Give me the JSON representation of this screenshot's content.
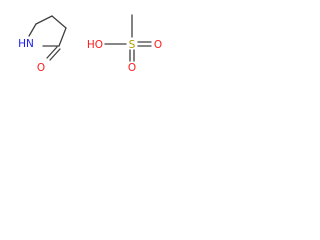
{
  "molecules": {
    "pyrrolidinone": {
      "atoms": {
        "nitrogen": {
          "text": "HN",
          "color": "#1a1aff"
        },
        "oxygen": {
          "text": "O",
          "color": "#ff1a1a"
        }
      }
    },
    "methanesulfonic_acid": {
      "atoms": {
        "hydroxyl": {
          "text": "HO",
          "color": "#ff1a1a"
        },
        "sulfur": {
          "text": "S",
          "color": "#b39b00"
        },
        "oxygen_right": {
          "text": "O",
          "color": "#ff1a1a"
        },
        "oxygen_bottom": {
          "text": "O",
          "color": "#ff1a1a"
        }
      }
    }
  }
}
